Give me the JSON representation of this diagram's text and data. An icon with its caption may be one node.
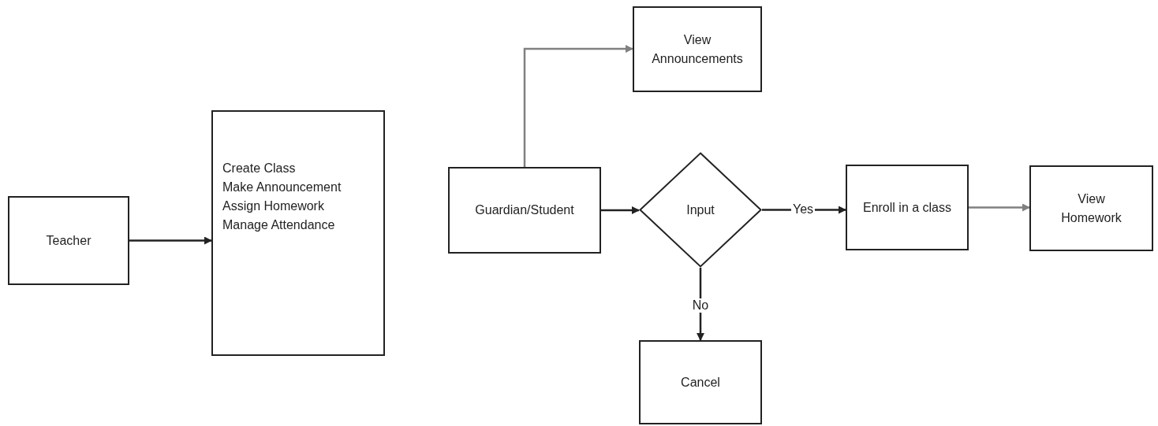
{
  "diagram": {
    "nodes": [
      {
        "text": [
          "Teacher"
        ]
      },
      {
        "text": [
          "Create Class",
          "Make Announcement",
          "Assign Homework",
          "Manage Attendance"
        ]
      },
      {
        "text": [
          "View Announcements"
        ]
      },
      {
        "text": [
          "Guardian/Student"
        ]
      },
      {
        "text": [
          "Input"
        ]
      },
      {
        "text": [
          "Enroll in a class"
        ]
      },
      {
        "text": [
          "View Homework"
        ]
      },
      {
        "text": [
          "Cancel"
        ]
      }
    ],
    "edges": [
      {
        "from": 0,
        "to": 1,
        "arrow": "to"
      },
      {
        "from": 3,
        "to": 2,
        "arrow": "to",
        "color": "#808080"
      },
      {
        "from": 3,
        "to": 4,
        "arrow": "to"
      },
      {
        "from": 4,
        "to": 5,
        "arrow": "to",
        "label": "Yes"
      },
      {
        "from": 5,
        "to": 6,
        "arrow": "to",
        "color": "#808080"
      },
      {
        "from": 4,
        "to": 7,
        "arrow": "to",
        "label": "No"
      }
    ]
  }
}
